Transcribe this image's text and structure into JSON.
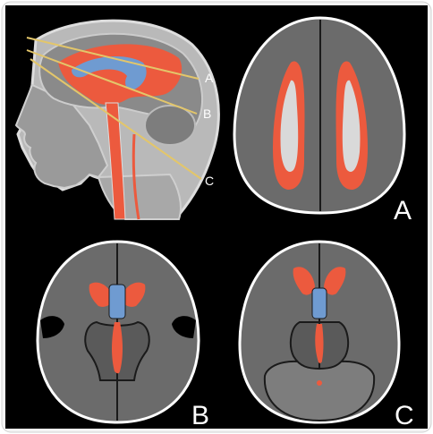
{
  "figure": {
    "colors": {
      "background": "#000000",
      "outer_border": "#ffffff",
      "brain_gray": "#6b6b6b",
      "brain_dark": "#4f4f4f",
      "ventricle_red": "#ec5a3e",
      "ventricle_blue": "#6f9bd1",
      "white_matter": "#d9d9d9",
      "plane_line": "#e3c66a"
    },
    "sagittal_view": {
      "plane_lines": [
        {
          "label": "A"
        },
        {
          "label": "B"
        },
        {
          "label": "C"
        }
      ]
    },
    "axial_views": [
      {
        "label": "A"
      },
      {
        "label": "B"
      },
      {
        "label": "C"
      }
    ]
  }
}
